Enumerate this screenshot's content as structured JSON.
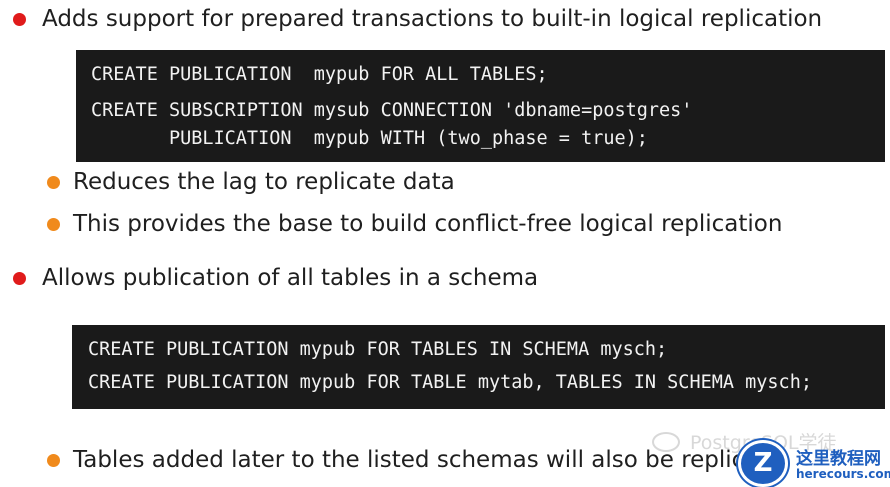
{
  "bullets": {
    "b1": "Adds support for prepared transactions to built-in logical replication",
    "b1_sub1": "Reduces the lag to replicate data",
    "b1_sub2": "This provides the base to build conflict-free logical replication",
    "b2": "Allows publication of all tables in a schema",
    "b2_sub1": "Tables added later to the listed schemas will also be replic"
  },
  "code1": [
    "CREATE PUBLICATION  mypub FOR ALL TABLES;",
    "CREATE SUBSCRIPTION mysub CONNECTION 'dbname=postgres'",
    "       PUBLICATION  mypub WITH (two_phase = true);"
  ],
  "code2": [
    "CREATE PUBLICATION mypub FOR TABLES IN SCHEMA mysch;",
    "CREATE PUBLICATION mypub FOR TABLE mytab, TABLES IN SCHEMA mysch;"
  ],
  "watermark": "PostgreSQL学徒",
  "logo": {
    "letter": "Z",
    "title": "这里教程网",
    "url": "herecours.com"
  },
  "colors": {
    "main_bullet": "#e01b1b",
    "sub_bullet": "#f08a1c",
    "code_bg": "#1a1a1a",
    "code_text": "#f2f2f2",
    "logo_blue": "#1f5fbf"
  }
}
